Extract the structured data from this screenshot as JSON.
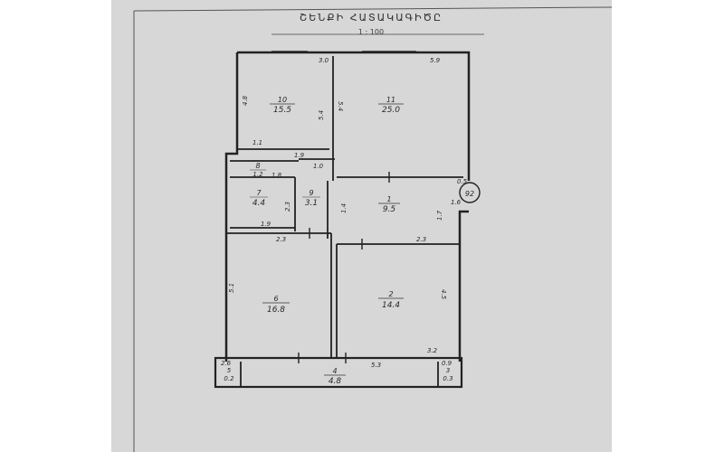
{
  "header": {
    "title": "ՇԵՆՔԻ ՀԱՏԱԿԱԳԻԾԸ",
    "scale": "1 : 100"
  },
  "plan": {
    "marker": "92",
    "rooms": [
      {
        "num": "10",
        "area": "15.5"
      },
      {
        "num": "11",
        "area": "25.0"
      },
      {
        "num": "8",
        "area": "1.2"
      },
      {
        "num": "7",
        "area": "4.4"
      },
      {
        "num": "9",
        "area": "3.1"
      },
      {
        "num": "1",
        "area": "9.5"
      },
      {
        "num": "6",
        "area": "16.8"
      },
      {
        "num": "2",
        "area": "14.4"
      },
      {
        "num": "4",
        "area": "4.8"
      },
      {
        "num": "5",
        "area": "0.2"
      },
      {
        "num": "3",
        "area": "0.3"
      }
    ],
    "dims": {
      "d10_top": "3.0",
      "d10_left": "4.8",
      "d10_right": "5.4",
      "d11_top": "5.9",
      "d11_left": "5.4",
      "d_a": "1.1",
      "d_b": "1.9",
      "d_c": "1.0",
      "d_8": "1.8",
      "d_7b": "1.9",
      "d_9l": "2.3",
      "d_9r": "1.4",
      "d_1l": "1.7",
      "d_1r": "1.6",
      "d_1s": "0.5",
      "d_6t": "2.3",
      "d_2t": "2.3",
      "d_6l": "5.1",
      "d_2r": "4.5",
      "d_2b": "3.2",
      "d_4": "5.3",
      "d_5": "2.6",
      "d_3": "0.9"
    }
  }
}
